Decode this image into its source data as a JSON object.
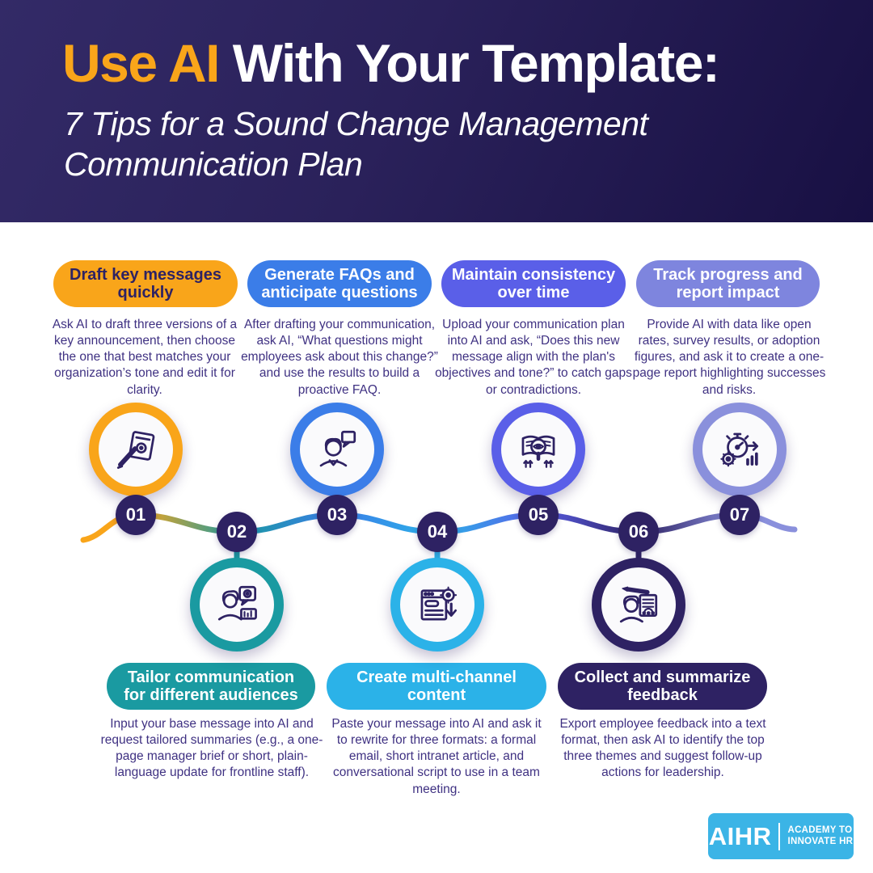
{
  "header": {
    "title_highlight": "Use AI",
    "title_rest": " With Your Template:",
    "subtitle": "7 Tips for a Sound Change Management Communication Plan"
  },
  "tips": [
    {
      "number": "01",
      "title": "Draft key messages quickly",
      "description": "Ask AI to draft three versions of a key announcement, then choose the one that best matches your organization’s tone and edit it for clarity.",
      "color": "#F9A51A",
      "icon": "pen-gear-document-icon"
    },
    {
      "number": "02",
      "title": "Tailor communication for different audiences",
      "description": "Input your base message into AI and request tailored summaries (e.g., a one-page manager brief or short, plain-language update for frontline staff).",
      "color": "#1A9AA1",
      "icon": "person-gear-speech-icon"
    },
    {
      "number": "03",
      "title": "Generate FAQs and anticipate questions",
      "description": "After drafting your communication, ask AI, “What questions might employees ask about this change?” and use the results to build a proactive FAQ.",
      "color": "#3B7DE8",
      "icon": "person-speech-bubble-icon"
    },
    {
      "number": "04",
      "title": "Create multi-channel content",
      "description": "Paste your message into AI and ask it to rewrite for three formats: a formal email, short intranet article, and conversational script to use in a team meeting.",
      "color": "#2BB2E8",
      "icon": "browser-gear-download-icon"
    },
    {
      "number": "05",
      "title": "Maintain consistency over time",
      "description": "Upload your communication plan into AI and ask, “Does this new message align with the plan's objectives and tone?” to catch gaps or contradictions.",
      "color": "#5A5FE8",
      "icon": "book-eye-magnifier-icon"
    },
    {
      "number": "06",
      "title": "Collect and summarize feedback",
      "description": "Export employee feedback into a text format, then ask AI to identify the top three themes and suggest follow-up actions for leadership.",
      "color": "#2E2263",
      "icon": "person-pen-form-icon"
    },
    {
      "number": "07",
      "title": "Track progress and report impact",
      "description": "Provide AI with data like open rates, survey results, or adoption figures, and ask it to create a one-page report highlighting successes and risks.",
      "color": "#7E85DE",
      "icon": "stopwatch-gear-chart-icon"
    }
  ],
  "footer": {
    "logo_text": "AIHR",
    "tagline_line1": "ACADEMY TO",
    "tagline_line2": "INNOVATE HR",
    "logo_color": "#3BB4E6"
  }
}
